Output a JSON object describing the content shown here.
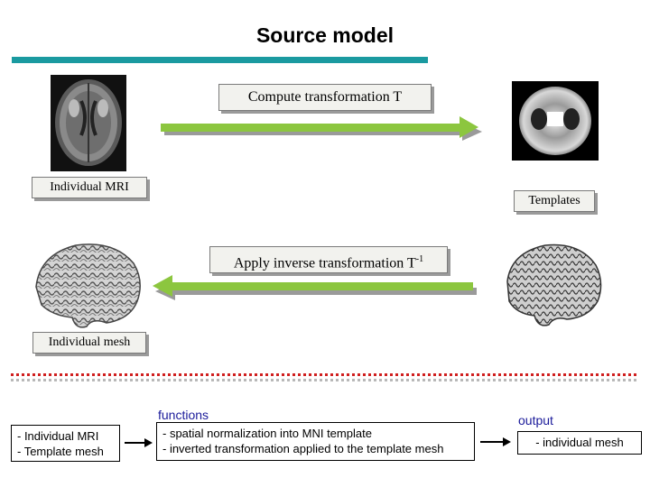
{
  "title": "Source model",
  "step_top": "Compute transformation T",
  "step_bottom": {
    "text": "Apply inverse transformation T",
    "superscript": "-1"
  },
  "labels": {
    "individual_mri": "Individual MRI",
    "templates": "Templates",
    "individual_mesh": "Individual mesh"
  },
  "pipeline": {
    "functions_label": "functions",
    "output_label": "output",
    "inputs": [
      "- Individual MRI",
      "- Template mesh"
    ],
    "functions": [
      "- spatial normalization into MNI template",
      "- inverted transformation applied to the template mesh"
    ],
    "outputs": [
      "- individual mesh"
    ]
  },
  "colors": {
    "title_bar": "#1a9aa0",
    "arrow_green": "#8cc63f",
    "divider_red": "#d02020",
    "label_blue": "#1a1a9a"
  }
}
